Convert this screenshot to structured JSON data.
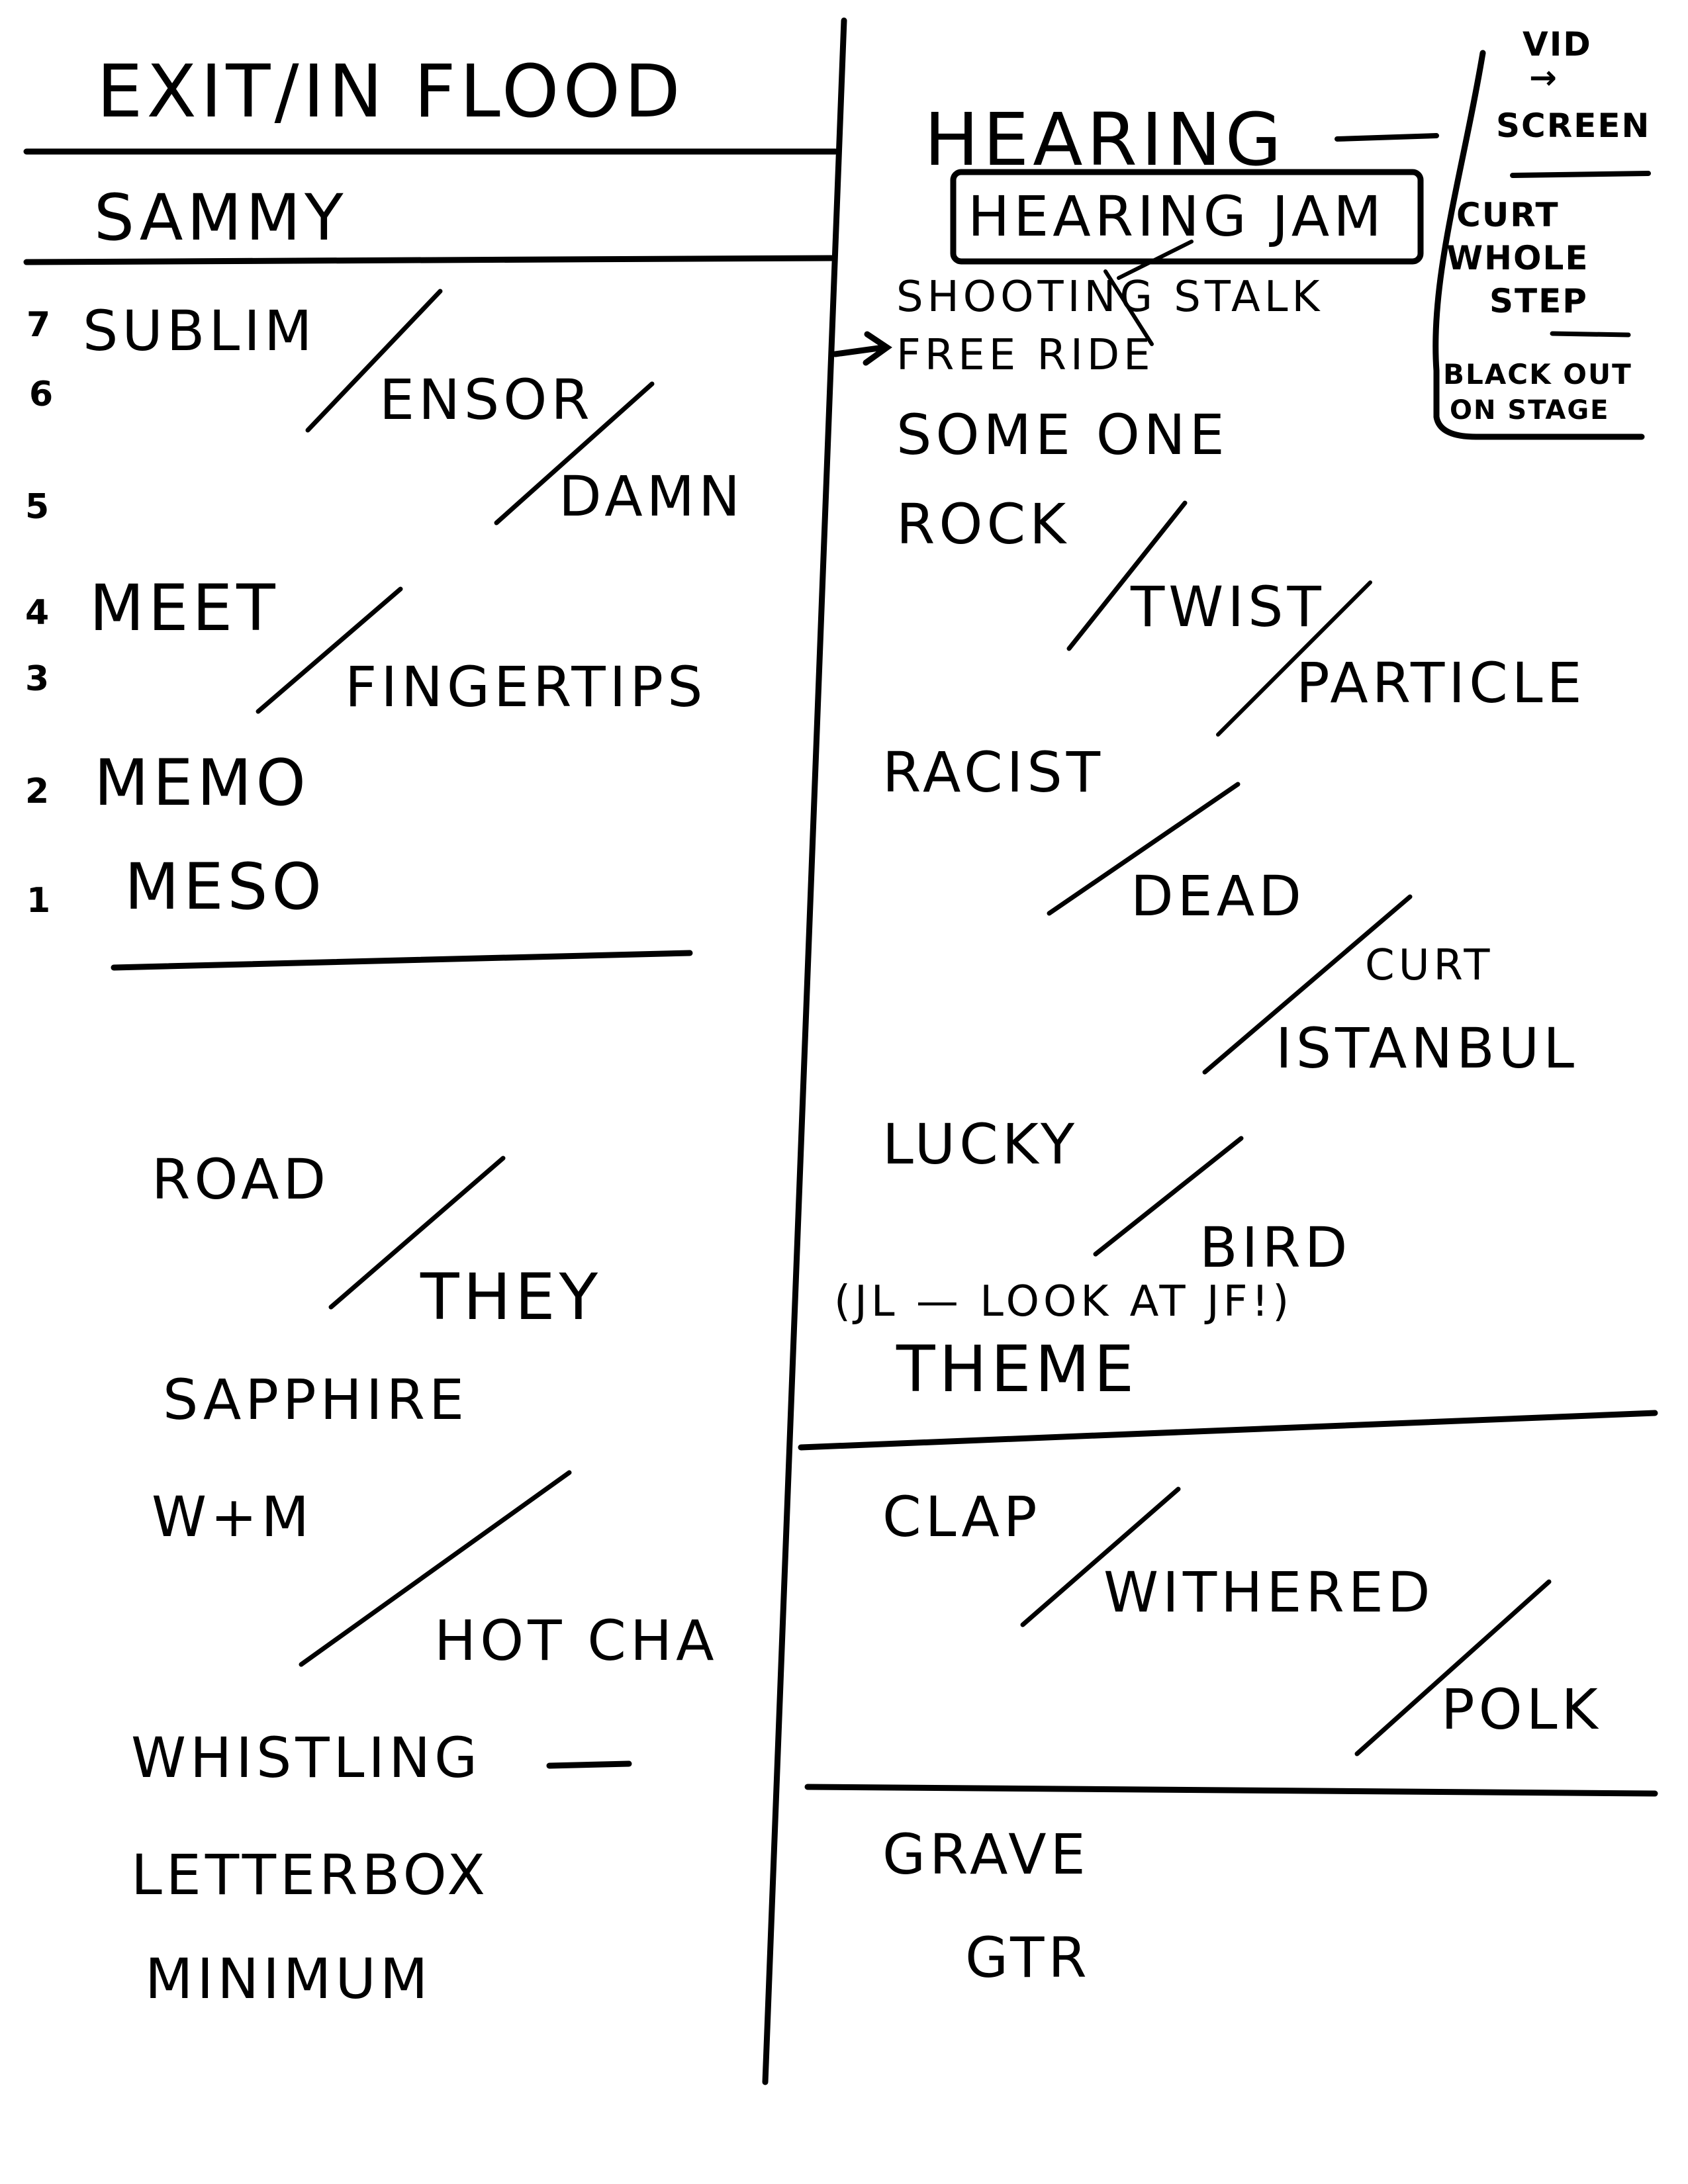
{
  "header": {
    "title": "EXIT/IN FLOOD",
    "opener": "SAMMY"
  },
  "left_column": {
    "numbers": [
      "7",
      "6",
      "5",
      "4",
      "3",
      "2",
      "1"
    ],
    "songs_block1": [
      "SUBLIM",
      "ENSOR",
      "DAMN",
      "MEET",
      "FINGERTIPS",
      "MEMO",
      "MESO"
    ],
    "songs_block2": [
      "ROAD",
      "THEY",
      "SAPPHIRE",
      "W+M",
      "HOT CHA",
      "WHISTLING",
      "LETTERBOX",
      "MINIMUM"
    ]
  },
  "right_column": {
    "heading": "HEARING",
    "boxed": "HEARING JAM",
    "side_notes": {
      "vid": "VID",
      "arrow": "→",
      "screen": "SCREEN",
      "curt_whole_step": [
        "CURT",
        "WHOLE",
        "STEP"
      ],
      "blackout": [
        "BLACK OUT",
        "ON STAGE"
      ]
    },
    "songs_block1": [
      "SHOOTING STALK",
      "FREE RIDE",
      "SOME ONE",
      "ROCK",
      "TWIST",
      "PARTICLE",
      "RACIST",
      "DEAD",
      "CURT",
      "ISTANBUL",
      "LUCKY",
      "BIRD",
      "(JL — LOOK AT JF!)",
      "THEME"
    ],
    "songs_block2": [
      "CLAP",
      "WITHERED",
      "POLK"
    ],
    "songs_block3": [
      "GRAVE",
      "GTR"
    ]
  }
}
